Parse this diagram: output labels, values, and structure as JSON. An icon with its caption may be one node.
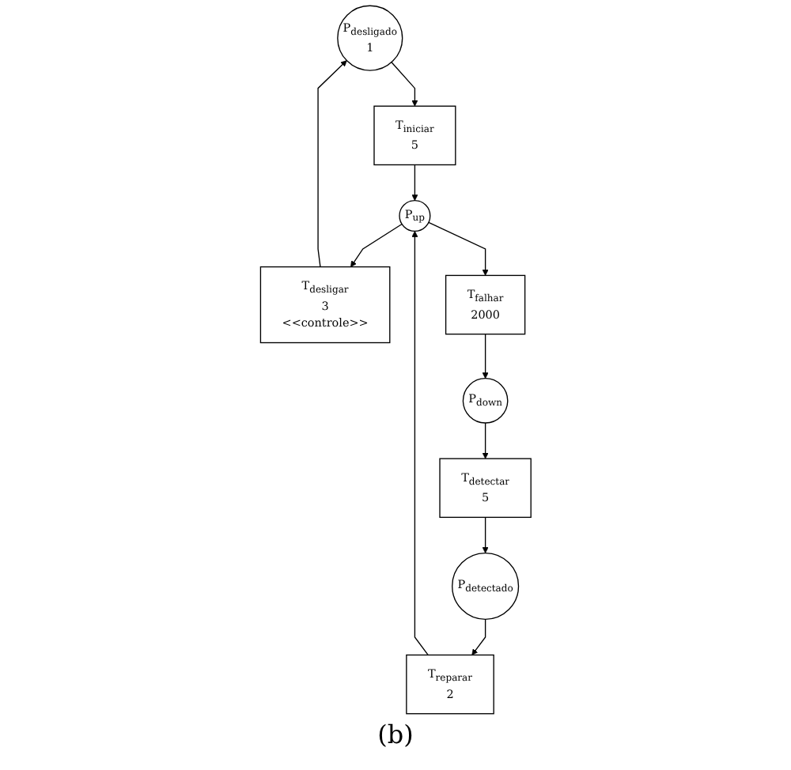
{
  "diagram": {
    "caption": "(b)",
    "nodes": [
      {
        "text": [
          "P$_{desligado}$",
          "1"
        ]
      },
      {
        "text": [
          "T$_{desligar}$",
          "3",
          "<<controle>>"
        ]
      },
      {
        "text": [
          "T$_{iniciar}$",
          "5"
        ]
      },
      {
        "text": [
          "T$_{reparar}$",
          "2"
        ]
      },
      {
        "text": [
          "P$_{up}$"
        ]
      },
      {
        "text": [
          "T$_{falhar}$",
          "2000"
        ]
      },
      {
        "text": [
          "P$_{down}$"
        ]
      },
      {
        "text": [
          "T$_{detectar}$",
          "5"
        ]
      },
      {
        "text": [
          "P$_{detectado}$"
        ]
      }
    ],
    "edges": [
      {
        "from": 1,
        "to": 0,
        "arrow": "to"
      },
      {
        "from": 0,
        "to": 2,
        "arrow": "to"
      },
      {
        "from": 2,
        "to": 4,
        "arrow": "to"
      },
      {
        "from": 4,
        "to": 1,
        "arrow": "to"
      },
      {
        "from": 3,
        "to": 4,
        "arrow": "to"
      },
      {
        "from": 4,
        "to": 5,
        "arrow": "to"
      },
      {
        "from": 5,
        "to": 6,
        "arrow": "to"
      },
      {
        "from": 6,
        "to": 7,
        "arrow": "to"
      },
      {
        "from": 7,
        "to": 8,
        "arrow": "to"
      },
      {
        "from": 8,
        "to": 3,
        "arrow": "to"
      }
    ]
  }
}
